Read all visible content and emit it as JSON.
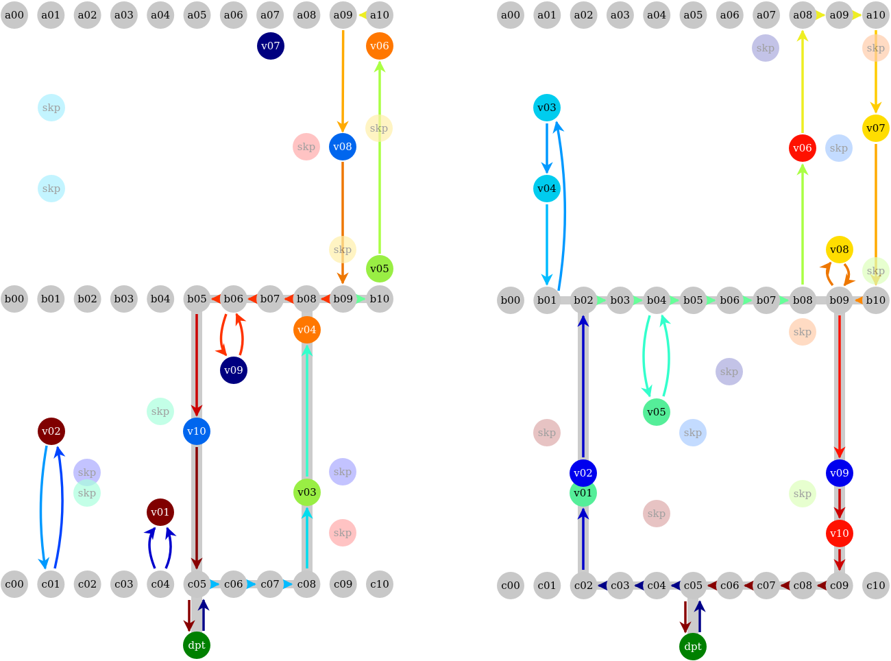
{
  "colors": {
    "node": "#c8c8c8",
    "corridor": "#cccccc",
    "depot": "#008000",
    "v01": "#800000",
    "v02": "#0000ee",
    "v03": "#00ccee",
    "v04": "#00dddd",
    "v05": "#55ee99",
    "v06": "#ff2200",
    "v07": "#ffdd00",
    "v08": "#ffdd00",
    "v09": "#0000ee",
    "v10": "#ff1100"
  },
  "panels": [
    {
      "nodes": [
        {
          "id": "a00",
          "label": "a00"
        },
        {
          "id": "a01",
          "label": "a01"
        },
        {
          "id": "a02",
          "label": "a02"
        },
        {
          "id": "a03",
          "label": "a03"
        },
        {
          "id": "a04",
          "label": "a04"
        },
        {
          "id": "a05",
          "label": "a05"
        },
        {
          "id": "a06",
          "label": "a06"
        },
        {
          "id": "a07",
          "label": "a07"
        },
        {
          "id": "a08",
          "label": "a08"
        },
        {
          "id": "a09",
          "label": "a09"
        },
        {
          "id": "a10",
          "label": "a10"
        },
        {
          "id": "b00",
          "label": "b00"
        },
        {
          "id": "b01",
          "label": "b01"
        },
        {
          "id": "b02",
          "label": "b02"
        },
        {
          "id": "b03",
          "label": "b03"
        },
        {
          "id": "b04",
          "label": "b04"
        },
        {
          "id": "b05",
          "label": "b05"
        },
        {
          "id": "b06",
          "label": "b06"
        },
        {
          "id": "b07",
          "label": "b07"
        },
        {
          "id": "b08",
          "label": "b08"
        },
        {
          "id": "b09",
          "label": "b09"
        },
        {
          "id": "b10",
          "label": "b10"
        },
        {
          "id": "c00",
          "label": "c00"
        },
        {
          "id": "c01",
          "label": "c01"
        },
        {
          "id": "c02",
          "label": "c02"
        },
        {
          "id": "c03",
          "label": "c03"
        },
        {
          "id": "c04",
          "label": "c04"
        },
        {
          "id": "c05",
          "label": "c05"
        },
        {
          "id": "c06",
          "label": "c06"
        },
        {
          "id": "c07",
          "label": "c07"
        },
        {
          "id": "c08",
          "label": "c08"
        },
        {
          "id": "c09",
          "label": "c09"
        },
        {
          "id": "c10",
          "label": "c10"
        }
      ],
      "vehicles": [
        {
          "id": "v01",
          "label": "v01",
          "color": "#800000",
          "text": "#ffffff"
        },
        {
          "id": "v02",
          "label": "v02",
          "color": "#800000",
          "text": "#ffffff"
        },
        {
          "id": "v03",
          "label": "v03",
          "color": "#99ee44",
          "text": "#000000"
        },
        {
          "id": "v04",
          "label": "v04",
          "color": "#ff7700",
          "text": "#ffffff"
        },
        {
          "id": "v05",
          "label": "v05",
          "color": "#99ee44",
          "text": "#000000"
        },
        {
          "id": "v06",
          "label": "v06",
          "color": "#ff7700",
          "text": "#ffffff"
        },
        {
          "id": "v07",
          "label": "v07",
          "color": "#000080",
          "text": "#ffffff"
        },
        {
          "id": "v08",
          "label": "v08",
          "color": "#0066ee",
          "text": "#ffffff"
        },
        {
          "id": "v09",
          "label": "v09",
          "color": "#000080",
          "text": "#ffffff"
        },
        {
          "id": "v10",
          "label": "v10",
          "color": "#0066ee",
          "text": "#ffffff"
        }
      ],
      "skips": [
        {
          "label": "skp",
          "color": "#aaf0ff"
        },
        {
          "label": "skp",
          "color": "#aaf0ff"
        },
        {
          "label": "skp",
          "color": "#ffaaaa"
        },
        {
          "label": "skp",
          "color": "#fff0aa"
        },
        {
          "label": "skp",
          "color": "#fff0aa"
        },
        {
          "label": "skp",
          "color": "#aaffdd"
        },
        {
          "label": "skp",
          "color": "#aaaaff"
        },
        {
          "label": "skp",
          "color": "#aaffdd"
        },
        {
          "label": "skp",
          "color": "#aaaaff"
        },
        {
          "label": "skp",
          "color": "#ffaaaa"
        }
      ],
      "depot": {
        "label": "dpt"
      }
    },
    {
      "nodes": [
        {
          "id": "a00",
          "label": "a00"
        },
        {
          "id": "a01",
          "label": "a01"
        },
        {
          "id": "a02",
          "label": "a02"
        },
        {
          "id": "a03",
          "label": "a03"
        },
        {
          "id": "a04",
          "label": "a04"
        },
        {
          "id": "a05",
          "label": "a05"
        },
        {
          "id": "a06",
          "label": "a06"
        },
        {
          "id": "a07",
          "label": "a07"
        },
        {
          "id": "a08",
          "label": "a08"
        },
        {
          "id": "a09",
          "label": "a09"
        },
        {
          "id": "a10",
          "label": "a10"
        },
        {
          "id": "b00",
          "label": "b00"
        },
        {
          "id": "b01",
          "label": "b01"
        },
        {
          "id": "b02",
          "label": "b02"
        },
        {
          "id": "b03",
          "label": "b03"
        },
        {
          "id": "b04",
          "label": "b04"
        },
        {
          "id": "b05",
          "label": "b05"
        },
        {
          "id": "b06",
          "label": "b06"
        },
        {
          "id": "b07",
          "label": "b07"
        },
        {
          "id": "b08",
          "label": "b08"
        },
        {
          "id": "b09",
          "label": "b09"
        },
        {
          "id": "b10",
          "label": "b10"
        },
        {
          "id": "c00",
          "label": "c00"
        },
        {
          "id": "c01",
          "label": "c01"
        },
        {
          "id": "c02",
          "label": "c02"
        },
        {
          "id": "c03",
          "label": "c03"
        },
        {
          "id": "c04",
          "label": "c04"
        },
        {
          "id": "c05",
          "label": "c05"
        },
        {
          "id": "c06",
          "label": "c06"
        },
        {
          "id": "c07",
          "label": "c07"
        },
        {
          "id": "c08",
          "label": "c08"
        },
        {
          "id": "c09",
          "label": "c09"
        },
        {
          "id": "c10",
          "label": "c10"
        }
      ],
      "vehicles": [
        {
          "id": "v01",
          "label": "v01",
          "color": "#55ee99",
          "text": "#000000"
        },
        {
          "id": "v02",
          "label": "v02",
          "color": "#0000ee",
          "text": "#ffffff"
        },
        {
          "id": "v03",
          "label": "v03",
          "color": "#00ccee",
          "text": "#000000"
        },
        {
          "id": "v04",
          "label": "v04",
          "color": "#00ccee",
          "text": "#000000"
        },
        {
          "id": "v05",
          "label": "v05",
          "color": "#55ee99",
          "text": "#000000"
        },
        {
          "id": "v06",
          "label": "v06",
          "color": "#ff1100",
          "text": "#ffffff"
        },
        {
          "id": "v07",
          "label": "v07",
          "color": "#ffdd00",
          "text": "#000000"
        },
        {
          "id": "v08",
          "label": "v08",
          "color": "#ffdd00",
          "text": "#000000"
        },
        {
          "id": "v09",
          "label": "v09",
          "color": "#0000ee",
          "text": "#ffffff"
        },
        {
          "id": "v10",
          "label": "v10",
          "color": "#ff1100",
          "text": "#ffffff"
        }
      ],
      "skips": [
        {
          "label": "skp",
          "color": "#aaaadd"
        },
        {
          "label": "skp",
          "color": "#ffccaa"
        },
        {
          "label": "skp",
          "color": "#aaccff"
        },
        {
          "label": "skp",
          "color": "#ddffbb"
        },
        {
          "label": "skp",
          "color": "#ffccaa"
        },
        {
          "label": "skp",
          "color": "#aaaadd"
        },
        {
          "label": "skp",
          "color": "#ddaaaa"
        },
        {
          "label": "skp",
          "color": "#aaccff"
        },
        {
          "label": "skp",
          "color": "#ddffbb"
        },
        {
          "label": "skp",
          "color": "#ddaaaa"
        }
      ],
      "depot": {
        "label": "dpt"
      }
    }
  ]
}
